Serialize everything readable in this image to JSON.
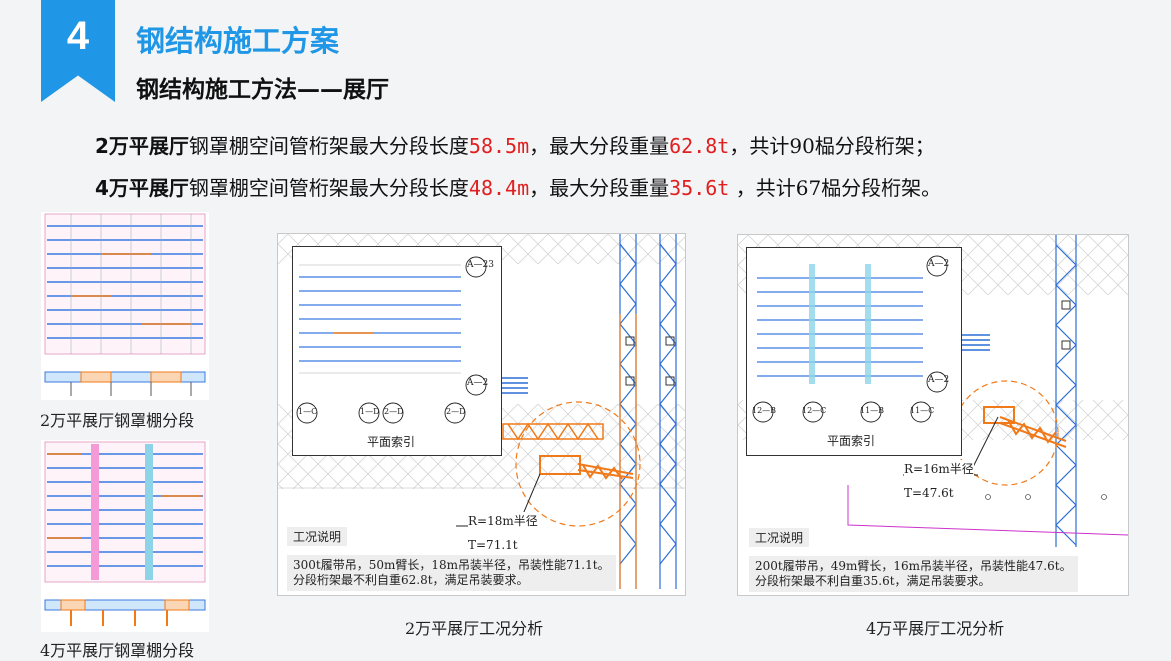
{
  "header": {
    "section_number": "4",
    "title": "钢结构施工方案",
    "subtitle": "钢结构施工方法——展厅"
  },
  "lines": [
    {
      "hall": "2万平展厅",
      "text_a": "钢罩棚空间管桁架最大分段长度",
      "length": "58.5m",
      "text_b": "，最大分段重量",
      "weight": "62.8t",
      "text_c": "，共计90榀分段桁架；"
    },
    {
      "hall": "4万平展厅",
      "text_a": "钢罩棚空间管桁架最大分段长度",
      "length": "48.4m",
      "text_b": "，最大分段重量",
      "weight": "35.6t",
      "text_c": " ，共计67榀分段桁架。"
    }
  ],
  "thumbs": [
    {
      "caption": "2万平展厅钢罩棚分段"
    },
    {
      "caption": "4万平展厅钢罩棚分段"
    }
  ],
  "panels": [
    {
      "inset_title": "平面索引",
      "refs": [
        "A—23",
        "A—2",
        "1—C",
        "1—D",
        "2—D",
        "2—D"
      ],
      "radius": "R=18m半径",
      "tonnage": "T=71.1t",
      "note_header": "工况说明",
      "note_line1": "300t履带吊，50m臂长，18m吊装半径，吊装性能71.1t。",
      "note_line2": "分段桁架最不利自重62.8t，满足吊装要求。",
      "caption": "2万平展厅工况分析"
    },
    {
      "inset_title": "平面索引",
      "refs": [
        "A—2",
        "A—2",
        "12—B",
        "12—C",
        "11—B",
        "11—C"
      ],
      "radius": "R=16m半径",
      "tonnage": "T=47.6t",
      "note_header": "工况说明",
      "note_line1": "200t履带吊，49m臂长，16m吊装半径，吊装性能47.6t。",
      "note_line2": "分段桁架最不利自重35.6t，满足吊装要求。",
      "caption": "4万平展厅工况分析"
    }
  ],
  "colors": {
    "accent": "#1f97e6",
    "highlight": "#e02020",
    "truss_blue": "#2b6fd6",
    "truss_orange": "#f07a1a"
  }
}
